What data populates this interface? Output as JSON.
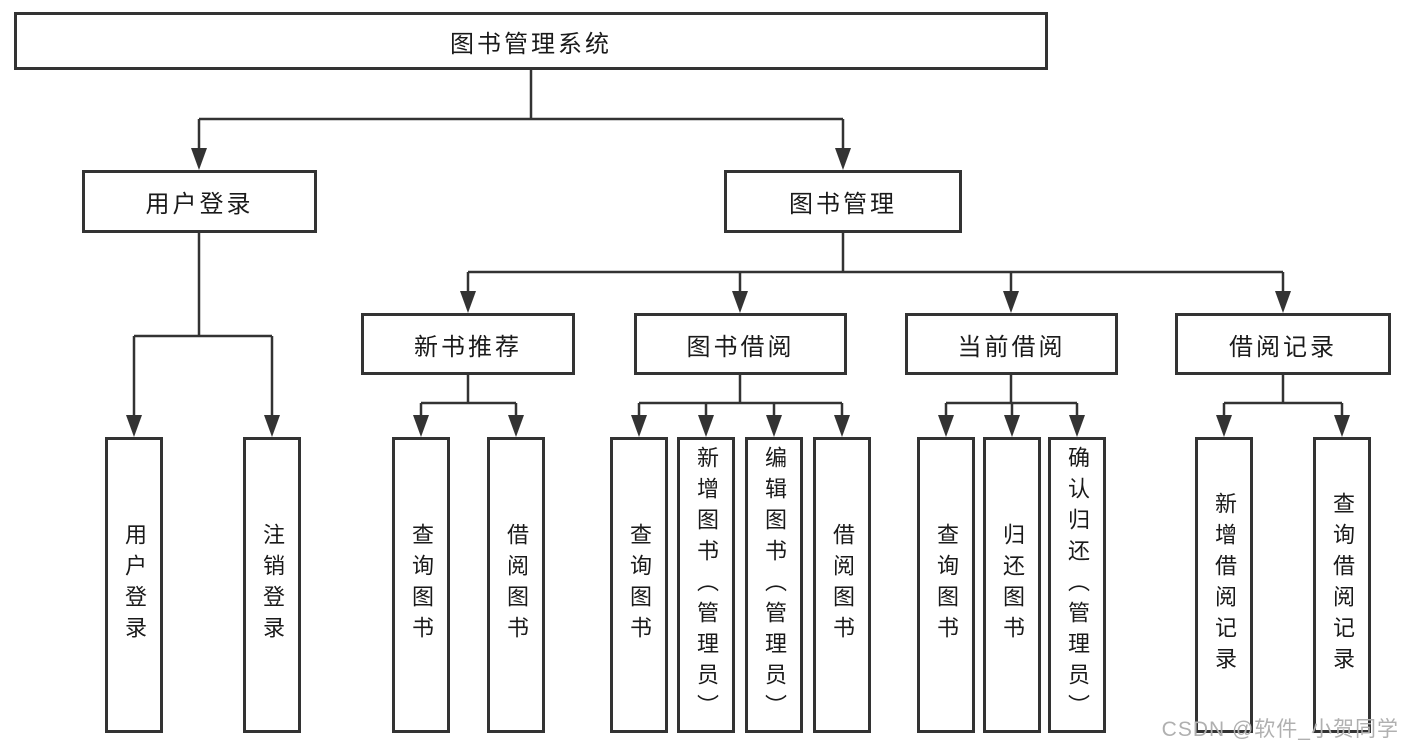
{
  "nodes": {
    "root": "图书管理系统",
    "user_login": "用户登录",
    "book_mgmt": "图书管理",
    "new_book": "新书推荐",
    "book_borrow": "图书借阅",
    "current_borrow": "当前借阅",
    "borrow_records": "借阅记录"
  },
  "leaves": {
    "user_login": [
      "用户登录",
      "注销登录"
    ],
    "new_book": [
      "查询图书",
      "借阅图书"
    ],
    "book_borrow": [
      "查询图书",
      "新增图书（管理员）",
      "编辑图书（管理员）",
      "借阅图书"
    ],
    "current_borrow": [
      "查询图书",
      "归还图书",
      "确认归还（管理员）"
    ],
    "borrow_records": [
      "新增借阅记录",
      "查询借阅记录"
    ]
  },
  "watermark": "CSDN @软件_小贺同学",
  "colors": {
    "line": "#333333",
    "box_border": "#333333",
    "text": "#1a1a1a",
    "watermark": "#b0b0b0"
  }
}
